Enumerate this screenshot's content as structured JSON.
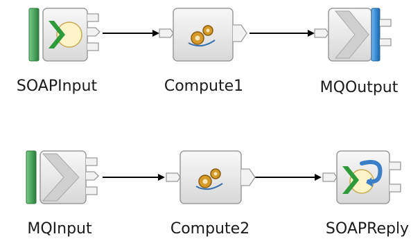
{
  "flows": [
    {
      "nodes": [
        {
          "id": "soapinput",
          "label": "SOAPInput",
          "kind": "soap-input"
        },
        {
          "id": "compute1",
          "label": "Compute1",
          "kind": "compute"
        },
        {
          "id": "mqoutput",
          "label": "MQOutput",
          "kind": "mq-output"
        }
      ]
    },
    {
      "nodes": [
        {
          "id": "mqinput",
          "label": "MQInput",
          "kind": "mq-input"
        },
        {
          "id": "compute2",
          "label": "Compute2",
          "kind": "compute"
        },
        {
          "id": "soapreply",
          "label": "SOAPReply",
          "kind": "soap-reply"
        }
      ]
    }
  ],
  "colors": {
    "input_bar": "#4ea860",
    "output_bar": "#3a8fd6",
    "node_face": "#e6e6e6",
    "connector": "#000000",
    "soap_chevron": "#2e9a3a",
    "soap_circle": "#fff4c8",
    "gear": "#d69a2a",
    "reply_arrow": "#3a7fc8"
  },
  "icons": [
    "soap-input-icon",
    "compute-gears-icon",
    "mq-output-icon",
    "mq-input-icon",
    "soap-reply-icon",
    "terminal-icon",
    "connection-arrow-icon"
  ]
}
